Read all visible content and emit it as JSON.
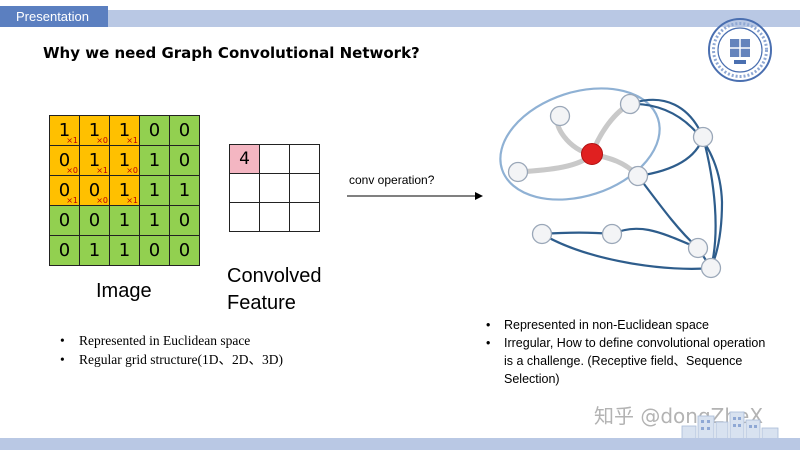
{
  "header": {
    "tab_label": "Presentation"
  },
  "title": "Why we need Graph Convolutional Network?",
  "image_grid": {
    "rows": [
      [
        {
          "v": "1",
          "k": "×1"
        },
        {
          "v": "1",
          "k": "×0"
        },
        {
          "v": "1",
          "k": "×1"
        },
        {
          "v": "0",
          "k": ""
        },
        {
          "v": "0",
          "k": ""
        }
      ],
      [
        {
          "v": "0",
          "k": "×0"
        },
        {
          "v": "1",
          "k": "×1"
        },
        {
          "v": "1",
          "k": "×0"
        },
        {
          "v": "1",
          "k": ""
        },
        {
          "v": "0",
          "k": ""
        }
      ],
      [
        {
          "v": "0",
          "k": "×1"
        },
        {
          "v": "0",
          "k": "×0"
        },
        {
          "v": "1",
          "k": "×1"
        },
        {
          "v": "1",
          "k": ""
        },
        {
          "v": "1",
          "k": ""
        }
      ],
      [
        {
          "v": "0",
          "k": ""
        },
        {
          "v": "0",
          "k": ""
        },
        {
          "v": "1",
          "k": ""
        },
        {
          "v": "1",
          "k": ""
        },
        {
          "v": "0",
          "k": ""
        }
      ],
      [
        {
          "v": "0",
          "k": ""
        },
        {
          "v": "1",
          "k": ""
        },
        {
          "v": "1",
          "k": ""
        },
        {
          "v": "0",
          "k": ""
        },
        {
          "v": "0",
          "k": ""
        }
      ]
    ],
    "caption": "Image"
  },
  "feature_grid": {
    "rows": [
      [
        "4",
        "",
        ""
      ],
      [
        "",
        "",
        ""
      ],
      [
        "",
        "",
        ""
      ]
    ],
    "caption_line1": "Convolved",
    "caption_line2": "Feature"
  },
  "conv_label": "conv operation?",
  "left_bullets": [
    "Represented in Euclidean  space",
    "Regular grid structure(1D、2D、3D)"
  ],
  "right_bullets": [
    "Represented in non-Euclidean space",
    "Irregular,  How to define convolutional operation is a challenge. (Receptive field、Sequence Selection)"
  ],
  "watermark": "知乎 @dongZheX",
  "colors": {
    "accent_tab": "#5b7fc0",
    "band": "#b9c8e4",
    "kernel_cell": "#ffc000",
    "image_cell": "#92d050",
    "feature_hit": "#f4b6c2",
    "graph_edge": "#2e5d8c",
    "center_node": "#e02020"
  },
  "icons": [
    "university-seal-logo",
    "graph-network-diagram",
    "city-skyline-illustration"
  ]
}
